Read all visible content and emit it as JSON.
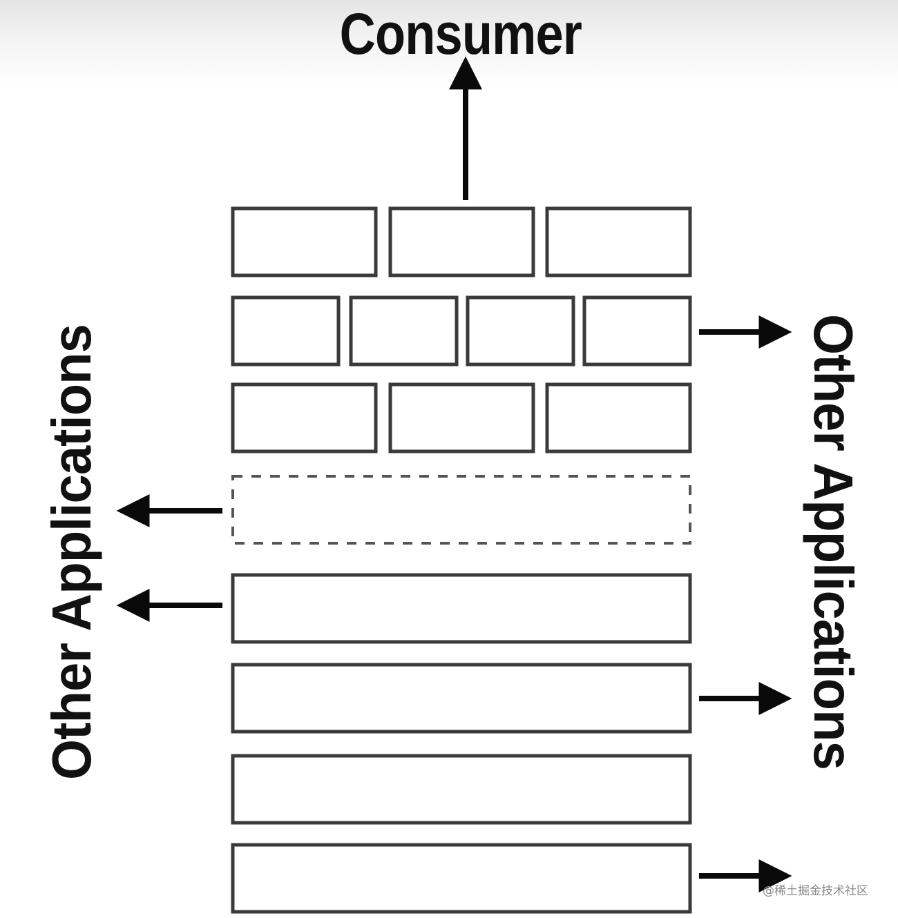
{
  "diagram": {
    "title": "Consumer",
    "left_label": "Other Applications",
    "right_label": "Other Applications",
    "colors": {
      "stroke": "#3a3a3a",
      "arrow": "#0a0a0a",
      "text": "#111111"
    }
  },
  "watermark": "@稀土掘金技术社区"
}
